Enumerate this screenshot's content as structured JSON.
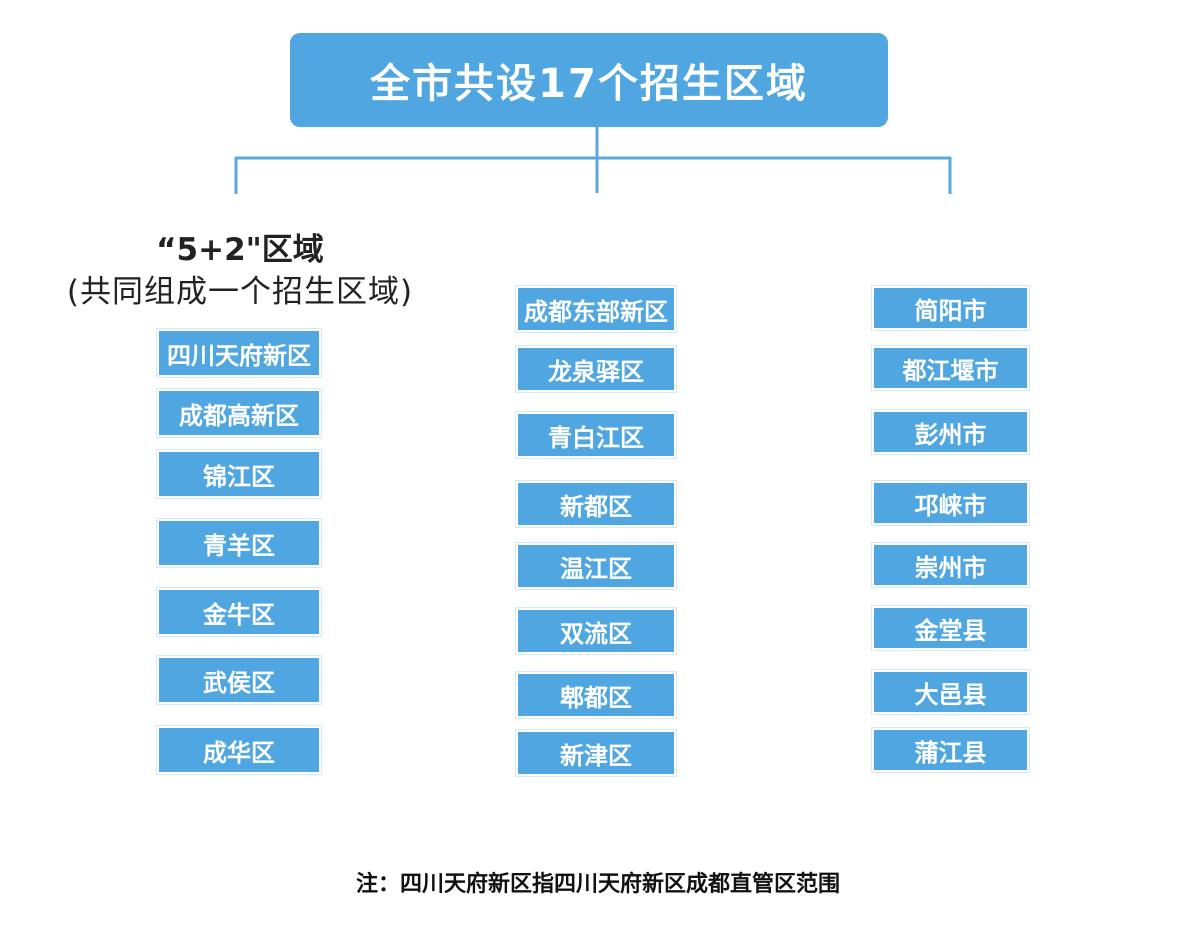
{
  "title": "全市共设17个招生区域",
  "group1": {
    "heading": "“5+2\"区域",
    "subheading": "(共同组成一个招生区域)",
    "regions": [
      "四川天府新区",
      "成都高新区",
      "锦江区",
      "青羊区",
      "金牛区",
      "武侯区",
      "成华区"
    ]
  },
  "group2": {
    "regions": [
      "成都东部新区",
      "龙泉驿区",
      "青白江区",
      "新都区",
      "温江区",
      "双流区",
      "郫都区",
      "新津区"
    ]
  },
  "group3": {
    "regions": [
      "简阳市",
      "都江堰市",
      "彭州市",
      "邛崃市",
      "崇州市",
      "金堂县",
      "大邑县",
      "蒲江县"
    ]
  },
  "note": "注：四川天府新区指四川天府新区成都直管区范围",
  "colors": {
    "box": "#4fa6e0",
    "line": "#5aa9dd",
    "text_on_box": "#ffffff"
  }
}
